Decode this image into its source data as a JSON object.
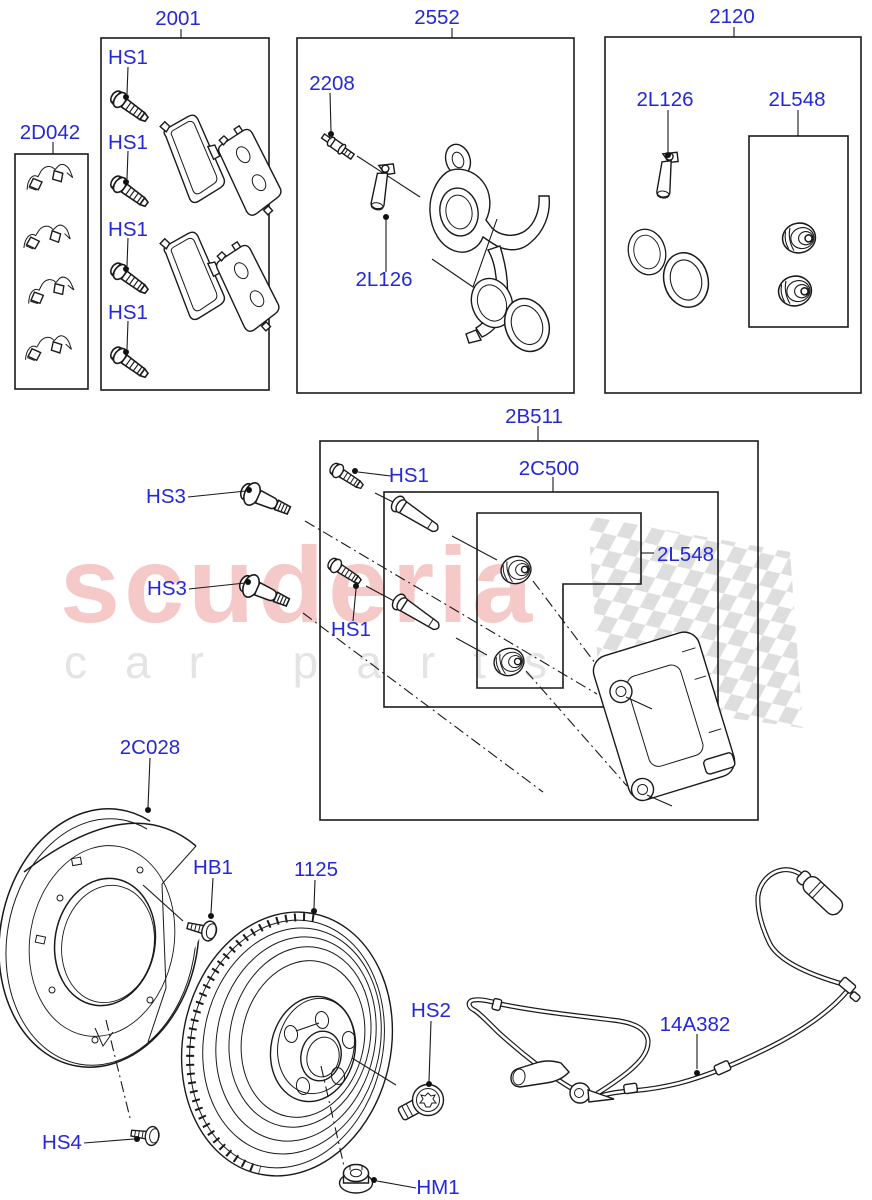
{
  "watermark": {
    "brand": "scuderia",
    "tagline": "car parts"
  },
  "colors": {
    "callout_blue": "#2328d8",
    "line_black": "#1a1a1a",
    "brand_pink": "#f6c9c9",
    "tagline_gray": "#e4e4e4",
    "checker_gray": "#dadada"
  },
  "callouts": {
    "boxes": {
      "pads_kit": "2001",
      "clip_kit": "2D042",
      "caliper_kit": "2552",
      "seal_kit": "2120",
      "carrier_kit": "2B511",
      "guide_kit": "2C500"
    },
    "refs": {
      "hs1": "HS1",
      "hs2": "HS2",
      "hs3": "HS3",
      "hs4": "HS4",
      "hb1": "HB1",
      "hm1": "HM1",
      "bleed_screw": "2208",
      "pin": "2L126",
      "boot_kit": "2L548",
      "shield": "2C028",
      "disc": "1125",
      "abs_sensor": "14A382"
    }
  }
}
